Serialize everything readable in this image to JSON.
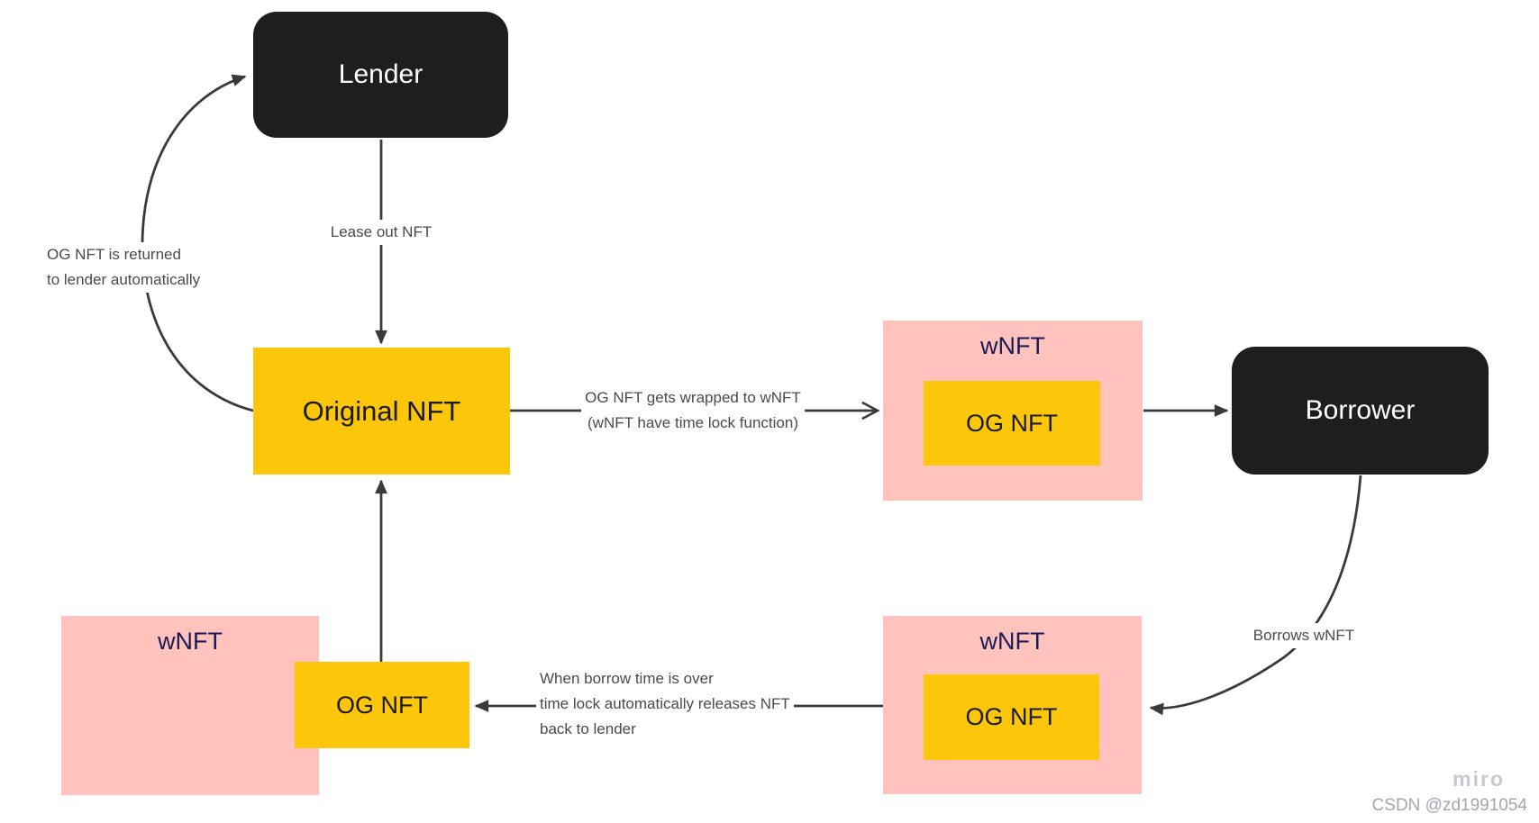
{
  "nodes": {
    "lender": {
      "label": "Lender"
    },
    "original_nft": {
      "label": "Original NFT"
    },
    "borrower": {
      "label": "Borrower"
    },
    "wnft_top": {
      "label": "wNFT",
      "inner": "OG NFT"
    },
    "wnft_bottom_right": {
      "label": "wNFT",
      "inner": "OG NFT"
    },
    "wnft_bottom_left": {
      "label": "wNFT",
      "inner": "OG NFT"
    }
  },
  "edges": {
    "lease_out": {
      "label": "Lease out NFT"
    },
    "returned": {
      "label": "OG NFT is returned\nto lender automatically"
    },
    "wrap": {
      "label": "OG NFT gets wrapped to wNFT\n(wNFT have time lock function)"
    },
    "borrows": {
      "label": "Borrows wNFT"
    },
    "release": {
      "label": "When borrow time is over\ntime lock automatically releases NFT\nback to lender"
    }
  },
  "watermark": {
    "miro": "miro",
    "csdn": "CSDN @zd1991054"
  },
  "colors": {
    "dark": "#1e1e1e",
    "yellow": "#fcc60b",
    "pink": "#ffc2bd",
    "navy": "#1a1a55",
    "line": "#3a3a3a",
    "label_gray": "#4a4a4a",
    "miro_gray": "#c8c7d2",
    "csdn_gray": "#a5a5b1"
  }
}
